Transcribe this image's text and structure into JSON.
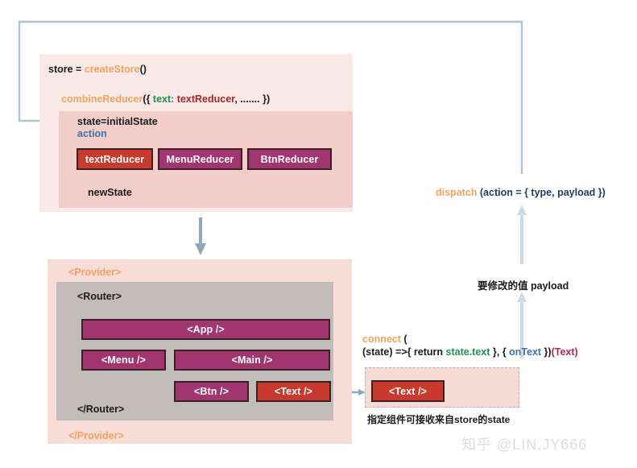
{
  "diagram": {
    "title_watermark": "知乎 @LIN.JY666",
    "store_section": {
      "line1": {
        "prefix": "store = ",
        "fn": "createStore",
        "suffix": "()"
      },
      "line2": {
        "fn": "combineReducer",
        "open": "({ ",
        "key": "text:",
        "value": " textReducer",
        "rest": ", ....... })"
      },
      "state_label": "state=initialState",
      "action_label": "action",
      "new_state_label": "newState",
      "reducers": [
        {
          "label": "textReducer",
          "color": "#c93a2e",
          "variant": "red"
        },
        {
          "label": "MenuReducer",
          "color": "#a03570",
          "variant": "purple"
        },
        {
          "label": "BtnReducer",
          "color": "#a03570",
          "variant": "purple"
        }
      ]
    },
    "provider_section": {
      "open_tag": "<Provider>",
      "close_tag": "</Provider>",
      "router_open_tag": "<Router>",
      "router_close_tag": "</Router>",
      "components": [
        {
          "label": "<App />",
          "variant": "purple"
        },
        {
          "label": "<Menu />",
          "variant": "purple"
        },
        {
          "label": "<Main />",
          "variant": "purple"
        },
        {
          "label": "<Btn />",
          "variant": "purple"
        },
        {
          "label": "<Text />",
          "variant": "red"
        }
      ]
    },
    "dispatch_section": {
      "fn": "dispatch",
      "args": " (action = { type, payload })",
      "payload_note": "要修改的值 payload"
    },
    "connect_section": {
      "fn": "connect",
      "open": " (",
      "line2_a": "(state) =>{ return ",
      "line2_state": "state.text",
      "line2_b": " }, { ",
      "line2_ontext": "onText",
      "line2_c": " })",
      "line2_component": "(Text)",
      "connected_component": "<Text />",
      "caption": "指定组件可接收来自store的state"
    },
    "colors": {
      "keyword_orange": "#f0a360",
      "green": "#1f9254",
      "dark_red": "#a42a2a",
      "navy": "#1b3f5e",
      "blue": "#3f72a8",
      "magenta": "#b1285e",
      "arrow_blue_gray": "#8fa8bb",
      "arrow_light": "#cfd9e0",
      "arrow_pink": "#c98b86",
      "store_bg": "#fbe9e7",
      "reducer_bg": "#f2cdc9",
      "provider_bg": "#f7dcd7",
      "router_bg": "#c1bbba",
      "node_border": "#3b2126"
    }
  }
}
